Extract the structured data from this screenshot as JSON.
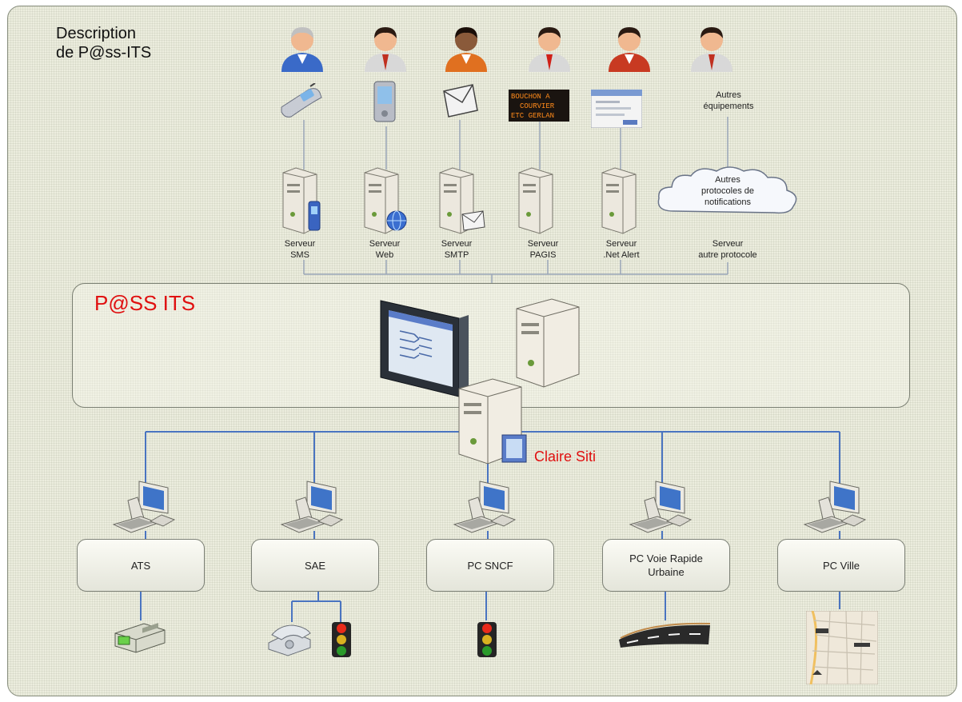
{
  "title": {
    "line1": "Description",
    "line2": "de P@ss-ITS"
  },
  "colors": {
    "wire_gray": "#9aa6b8",
    "wire_blue": "#4a74c0",
    "accent_red": "#e01010"
  },
  "devices": [
    {
      "kind": "mobile-phone"
    },
    {
      "kind": "pda"
    },
    {
      "kind": "envelope"
    },
    {
      "kind": "led-sign",
      "lines": [
        "BOUCHON A",
        "COURVIER",
        "ETC GERLAN"
      ]
    },
    {
      "kind": "alert-window"
    },
    {
      "kind": "text",
      "label": "Autres\néquipements"
    }
  ],
  "servers": [
    {
      "label": "Serveur\nSMS"
    },
    {
      "label": "Serveur\nWeb"
    },
    {
      "label": "Serveur\nSMTP"
    },
    {
      "label": "Serveur\nPAGIS"
    },
    {
      "label": "Serveur\n.Net Alert"
    },
    {
      "label": "Serveur\nautre protocole",
      "cloud_label": "Autres\nprotocoles de\nnotifications"
    }
  ],
  "platform": {
    "title": "P@SS ITS"
  },
  "hub": {
    "label": "Claire Siti"
  },
  "systems": [
    {
      "label": "ATS",
      "field": [
        "controller"
      ]
    },
    {
      "label": "SAE",
      "field": [
        "telephone",
        "traffic-light"
      ]
    },
    {
      "label": "PC SNCF",
      "field": [
        "traffic-light"
      ]
    },
    {
      "label": "PC Voie Rapide\nUrbaine",
      "field": [
        "road"
      ]
    },
    {
      "label": "PC Ville",
      "field": [
        "city-map"
      ]
    }
  ]
}
